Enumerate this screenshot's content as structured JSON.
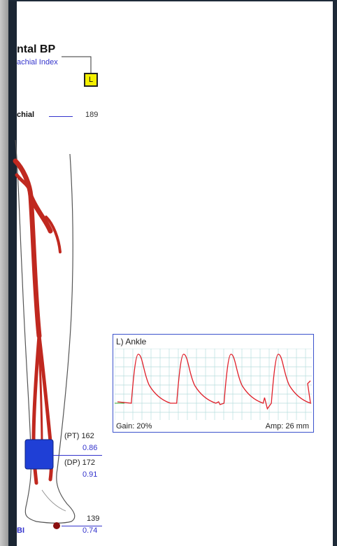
{
  "report": {
    "title": "ntal BP",
    "subtitle": "achial Index",
    "side": "L",
    "brachial": {
      "label": "chial",
      "value": "189"
    }
  },
  "leg": {
    "pt": {
      "label": "(PT) 162",
      "abi": "0.86"
    },
    "dp": {
      "label": "(DP) 172",
      "abi": "0.91"
    },
    "toe": {
      "label": "BI",
      "value": "139",
      "abi": "0.74"
    },
    "colors": {
      "artery": "#c0281f",
      "cuff": "#1f3fd6",
      "outline": "#555555"
    }
  },
  "pvr": {
    "title": "L) Ankle",
    "gain": "Gain: 20%",
    "amp": "Amp: 26 mm",
    "colors": {
      "trace": "#e0202a",
      "grid": "#b7dede",
      "border": "#3b52cc",
      "baseline": "#2fa52f"
    },
    "waveform": {
      "cycles": 4,
      "peak_positions": [
        0.12,
        0.35,
        0.59,
        0.83
      ]
    }
  }
}
